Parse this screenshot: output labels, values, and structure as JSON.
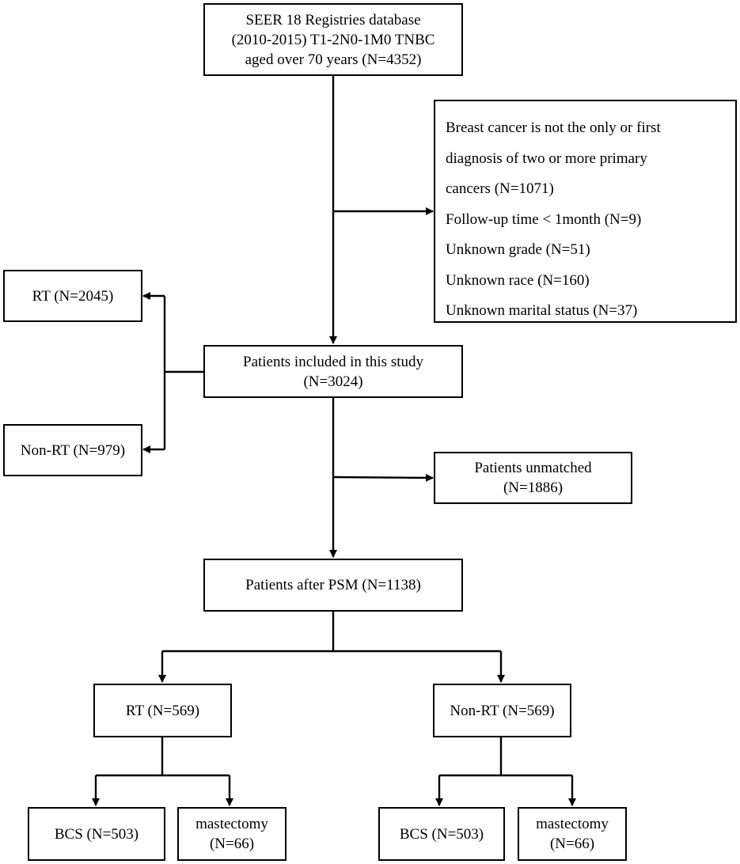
{
  "source": {
    "lines": [
      "SEER 18 Registries database",
      "(2010-2015) T1-2N0-1M0 TNBC",
      "aged over 70 years (N=4352)"
    ]
  },
  "exclusions": {
    "lines": [
      "Breast cancer is not the only or first",
      "diagnosis of two or more primary",
      "cancers (N=1071)",
      "Follow-up time < 1month (N=9)",
      "Unknown grade (N=51)",
      "Unknown race (N=160)",
      "Unknown marital status (N=37)"
    ]
  },
  "included": {
    "lines": [
      "Patients included in this study",
      "(N=3024)"
    ]
  },
  "rt_all": {
    "label": "RT (N=2045)"
  },
  "nonrt_all": {
    "label": "Non-RT (N=979)"
  },
  "unmatched": {
    "lines": [
      "Patients unmatched",
      "(N=1886)"
    ]
  },
  "psm": {
    "label": "Patients after PSM (N=1138)"
  },
  "rt_psm": {
    "label": "RT (N=569)"
  },
  "nonrt_psm": {
    "label": "Non-RT (N=569)"
  },
  "rt_bcs": {
    "label": "BCS (N=503)"
  },
  "rt_mastectomy": {
    "lines": [
      "mastectomy",
      "(N=66)"
    ]
  },
  "nonrt_bcs": {
    "label": "BCS (N=503)"
  },
  "nonrt_mastectomy": {
    "lines": [
      "mastectomy",
      "(N=66)"
    ]
  },
  "colors": {
    "stroke": "#000000",
    "background": "#ffffff"
  }
}
